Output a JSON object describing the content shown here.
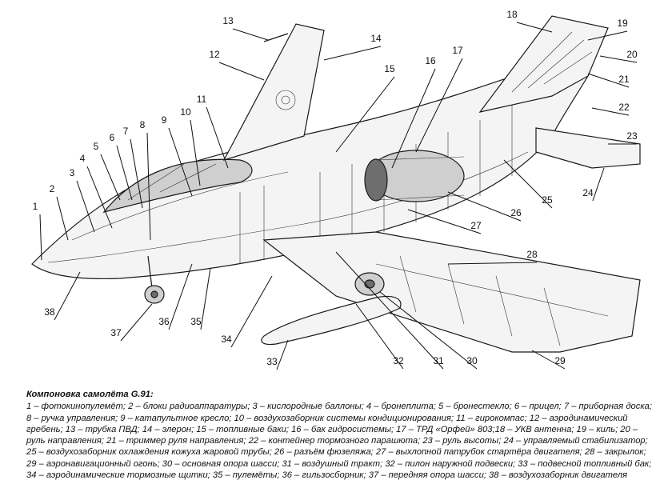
{
  "callouts": [
    {
      "n": "1"
    },
    {
      "n": "2"
    },
    {
      "n": "3"
    },
    {
      "n": "4"
    },
    {
      "n": "5"
    },
    {
      "n": "6"
    },
    {
      "n": "7"
    },
    {
      "n": "8"
    },
    {
      "n": "9"
    },
    {
      "n": "10"
    },
    {
      "n": "11"
    },
    {
      "n": "12"
    },
    {
      "n": "13"
    },
    {
      "n": "14"
    },
    {
      "n": "15"
    },
    {
      "n": "16"
    },
    {
      "n": "17"
    },
    {
      "n": "18"
    },
    {
      "n": "19"
    },
    {
      "n": "20"
    },
    {
      "n": "21"
    },
    {
      "n": "22"
    },
    {
      "n": "23"
    },
    {
      "n": "24"
    },
    {
      "n": "25"
    },
    {
      "n": "26"
    },
    {
      "n": "27"
    },
    {
      "n": "28"
    },
    {
      "n": "29"
    },
    {
      "n": "30"
    },
    {
      "n": "31"
    },
    {
      "n": "32"
    },
    {
      "n": "33"
    },
    {
      "n": "34"
    },
    {
      "n": "35"
    },
    {
      "n": "36"
    },
    {
      "n": "37"
    },
    {
      "n": "38"
    }
  ],
  "caption": {
    "title": "Компоновка самолёта G.91:",
    "text": "1 – фотокинопулемёт; 2 – блоки радиоаппаратуры; 3 – кислородные баллоны; 4 – бронеплита; 5 – бронестекло; 6 – прицел; 7 – приборная доска; 8 – ручка управления; 9 – катапультное кресло; 10 – воздухозаборник системы кондиционирования; 11 – гирокомпас; 12 – аэродинамический гребень; 13 – трубка ПВД; 14 – элерон; 15 – топливные баки; 16 – бак гидросистемы; 17 – ТРД «Орфей» 803;18 – УКВ антенна; 19 – киль; 20 – руль направления; 21 – триммер руля направления; 22 – контейнер тормозного парашюта; 23 – руль высоты; 24 – управляемый стабилизатор; 25 – воздухозаборник охлаждения кожуха жаровой трубы; 26 – разъём фюзеляжа; 27 – выхлопной патрубок стартёра двигателя; 28 – закрылок; 29 – аэронавигационный огонь; 30 – основная опора шасси; 31 – воздушный тракт; 32 – пилон наружной подвески; 33 – подвесной топливный бак; 34 – аэродинамические тормозные щитки; 35 – пулемёты; 36 – гильзосборник; 37 – передняя опора шасси; 38 – воздухозаборник двигателя"
  }
}
